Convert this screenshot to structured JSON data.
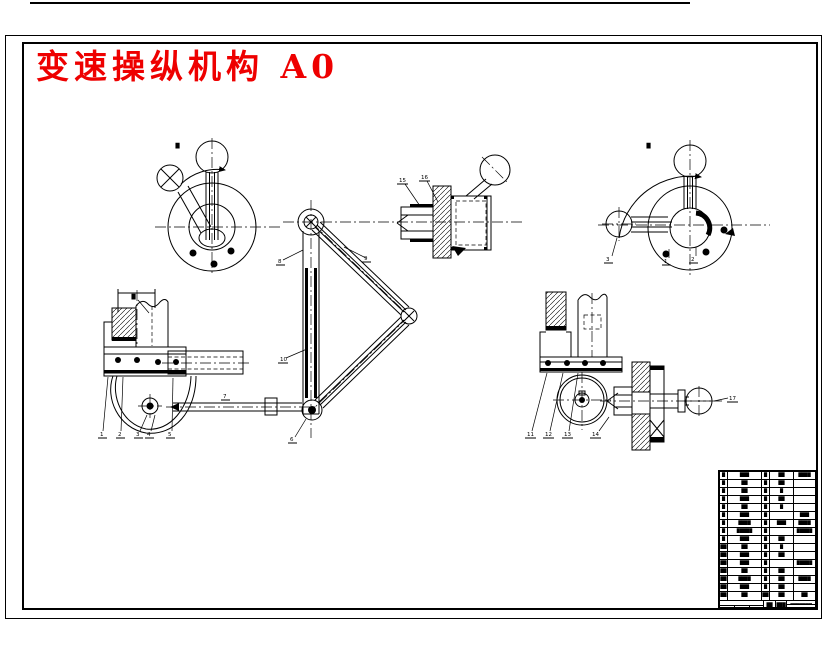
{
  "title": {
    "text": "变速操纵机构 A0",
    "color": "#ee0000"
  },
  "colors": {
    "line": "#000000",
    "background": "#ffffff",
    "accent": "#ee0000"
  },
  "callouts": [
    "1",
    "2",
    "3",
    "4",
    "5",
    "7",
    "6",
    "8",
    "9",
    "10",
    "15",
    "16",
    "11",
    "12",
    "13",
    "14",
    "17",
    "3",
    "1",
    "2"
  ],
  "view_labels": {
    "left_view": "█",
    "right_view": "█",
    "dim_note": "█"
  },
  "bom": {
    "rows": [
      {
        "n": "█",
        "a": "███",
        "q": "█",
        "m": "██",
        "r": "████"
      },
      {
        "n": "█",
        "a": "██",
        "q": "█",
        "m": "██",
        "r": ""
      },
      {
        "n": "█",
        "a": "██",
        "q": "█",
        "m": "█",
        "r": ""
      },
      {
        "n": "█",
        "a": "███",
        "q": "█",
        "m": "██",
        "r": ""
      },
      {
        "n": "█",
        "a": "██",
        "q": "█",
        "m": "█",
        "r": ""
      },
      {
        "n": "█",
        "a": "███",
        "q": "█",
        "m": "",
        "r": "███"
      },
      {
        "n": "█",
        "a": "████",
        "q": "█",
        "m": "███",
        "r": "████"
      },
      {
        "n": "█",
        "a": "█████",
        "q": "█",
        "m": "",
        "r": "█████"
      },
      {
        "n": "█",
        "a": "███",
        "q": "█",
        "m": "██",
        "r": ""
      },
      {
        "n": "██",
        "a": "██",
        "q": "█",
        "m": "█",
        "r": ""
      },
      {
        "n": "██",
        "a": "███",
        "q": "█",
        "m": "██",
        "r": ""
      },
      {
        "n": "██",
        "a": "███",
        "q": "█",
        "m": "",
        "r": "█████"
      },
      {
        "n": "██",
        "a": "██",
        "q": "█",
        "m": "██",
        "r": ""
      },
      {
        "n": "██",
        "a": "████",
        "q": "█",
        "m": "██",
        "r": "████"
      },
      {
        "n": "██",
        "a": "███",
        "q": "█",
        "m": "██",
        "r": ""
      }
    ],
    "head": {
      "n": "██",
      "a": "██",
      "q": "██",
      "m": "██",
      "r": "██"
    },
    "titleblock": {
      "maker": "██████████",
      "b1": "██",
      "b2": "███",
      "b3": "██",
      "g1": "██",
      "g2": "███",
      "g3": "██",
      "g4": "████",
      "g5": "███",
      "g6": "█████",
      "t1": "███████",
      "t2": "█████████"
    }
  }
}
